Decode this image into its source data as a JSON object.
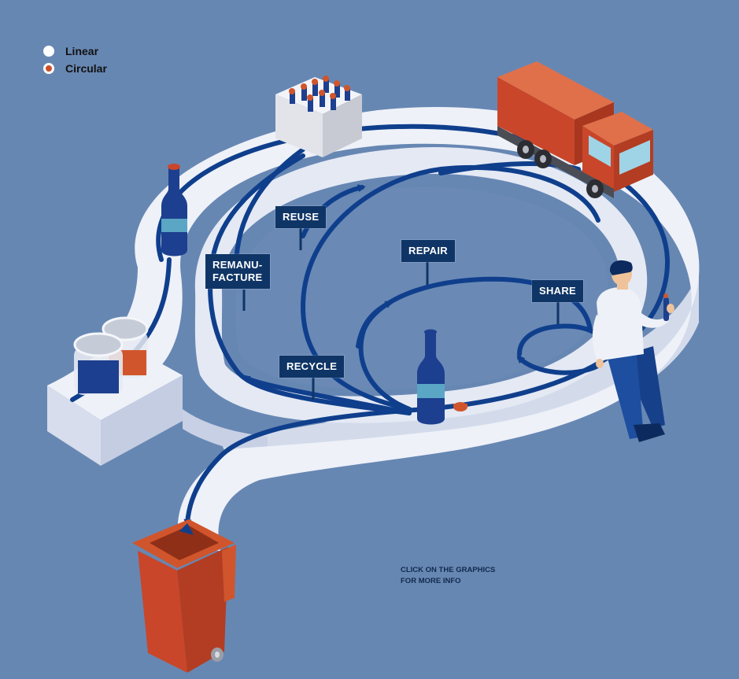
{
  "legend": {
    "linear_label": "Linear",
    "circular_label": "Circular"
  },
  "stages": {
    "reuse": "REUSE",
    "remanufacture_line1": "REMANU-",
    "remanufacture_line2": "FACTURE",
    "repair": "REPAIR",
    "share": "SHARE",
    "recycle": "RECYCLE"
  },
  "hint": {
    "line1": "CLICK ON THE GRAPHICS",
    "line2": "FOR MORE INFO"
  },
  "colors": {
    "background": "#6787b3",
    "track_top": "#eef1f8",
    "track_side": "#d4dbec",
    "flow_line": "#0f3f8c",
    "label_bg": "#0f3566",
    "accent_orange": "#d0552c",
    "linear_dot": "#ffffff",
    "circular_dot": "#c9502a"
  }
}
